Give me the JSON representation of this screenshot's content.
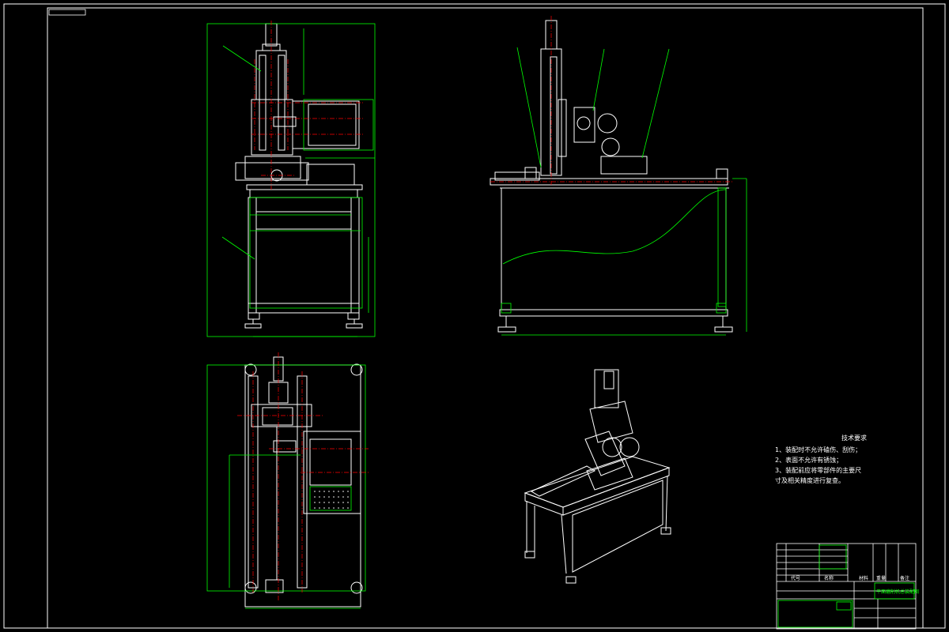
{
  "technical_requirements": {
    "title": "技术要求",
    "items": [
      "1、装配时不允许磕伤、刮伤；",
      "2、表面不允许有锈蚀；",
      "3、装配前应将零部件的主要尺",
      "寸及相关精度进行复查。"
    ]
  },
  "title_block": {
    "drawing_name": "平面磨削机总装配图",
    "header_cells": [
      "代号",
      "名称",
      "材料",
      "重量",
      "备注"
    ],
    "colors": {
      "frame": "#ffffff",
      "cell": "#00ff00"
    }
  },
  "colors": {
    "background": "#000000",
    "frame": "#ffffff",
    "outline": "#ffffff",
    "dimension": "#00ff00",
    "centerline": "#ff0000"
  }
}
